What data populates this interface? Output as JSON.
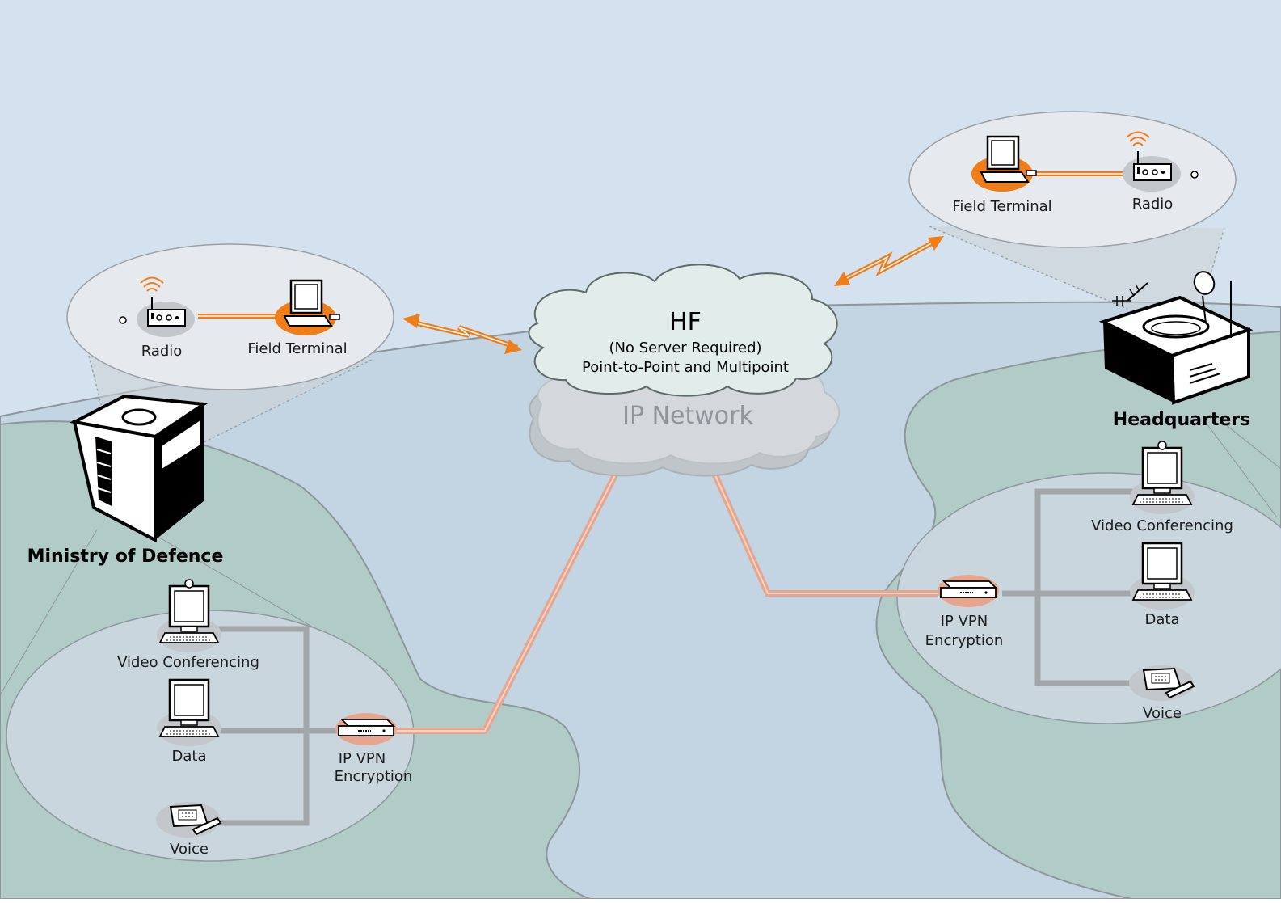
{
  "hf_cloud": {
    "title": "HF",
    "line1": "(No Server Required)",
    "line2": "Point-to-Point and Multipoint"
  },
  "ip_cloud": {
    "title": "IP Network"
  },
  "sites": {
    "mod": {
      "name": "Ministry of Defence",
      "radio_label": "Radio",
      "field_terminal_label": "Field Terminal",
      "video_label": "Video Conferencing",
      "data_label": "Data",
      "voice_label": "Voice",
      "vpn_line1": "IP VPN",
      "vpn_line2": "Encryption"
    },
    "hq": {
      "name": "Headquarters",
      "radio_label": "Radio",
      "field_terminal_label": "Field Terminal",
      "video_label": "Video Conferencing",
      "data_label": "Data",
      "voice_label": "Voice",
      "vpn_line1": "IP VPN",
      "vpn_line2": "Encryption"
    }
  },
  "icons": {
    "radio": "radio-icon",
    "laptop": "laptop-icon",
    "computer": "computer-icon",
    "phone": "phone-icon",
    "encryptor": "encryptor-icon",
    "server": "server-tower-icon",
    "hq_building": "building-icon",
    "radio_link": "lightning-arrow-icon"
  },
  "colors": {
    "sky": "#d3e2ee",
    "water": "#c3d5e2",
    "land": "#b1cbc7",
    "bubble": "#e6eaef",
    "orange": "#ef7d1a",
    "ip_link": "#e8a58e",
    "lan": "#a3a6a8"
  }
}
